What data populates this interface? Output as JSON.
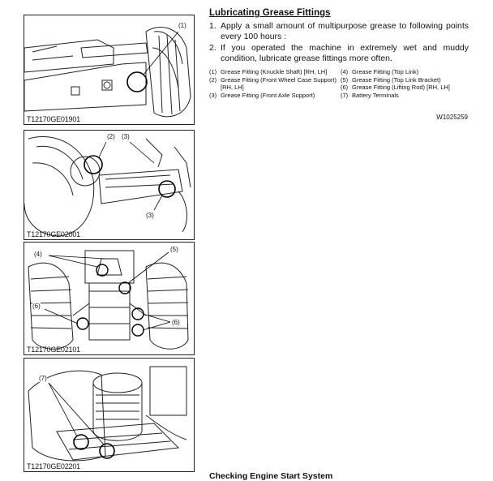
{
  "section": {
    "title": "Lubricating Grease Fittings",
    "steps": [
      {
        "num": "1.",
        "text": "Apply a small amount of multipurpose grease to following points every 100 hours :"
      },
      {
        "num": "2.",
        "text": "If you operated the machine in extremely wet and muddy condition, lubricate grease fittings more often."
      }
    ],
    "legend_left": [
      {
        "num": "(1)",
        "text": "Grease Fitting (Knuckle Shaft) [RH, LH]"
      },
      {
        "num": "(2)",
        "text": "Grease Fitting (Front Wheel Case Support) [RH, LH]"
      },
      {
        "num": "(3)",
        "text": "Grease Fitting (Front Axle Support)"
      }
    ],
    "legend_right": [
      {
        "num": "(4)",
        "text": "Grease Fitting (Top Link)"
      },
      {
        "num": "(5)",
        "text": "Grease Fitting (Top Link Bracket)"
      },
      {
        "num": "(6)",
        "text": "Grease Fitting (Lifting Rod) [RH, LH]"
      },
      {
        "num": "(7)",
        "text": "Battery Terminals"
      }
    ],
    "doc_code": "W1025259"
  },
  "figures": [
    {
      "id": "T12170GE01901",
      "callouts": [
        "(1)"
      ]
    },
    {
      "id": "T12170GE02001",
      "callouts": [
        "(2)",
        "(3)",
        "(3)"
      ]
    },
    {
      "id": "T12170GE02101",
      "callouts": [
        "(4)",
        "(5)",
        "(6)",
        "(6)"
      ]
    },
    {
      "id": "T12170GE02201",
      "callouts": [
        "(7)"
      ]
    }
  ],
  "next_section": {
    "title": "Checking Engine Start System"
  }
}
